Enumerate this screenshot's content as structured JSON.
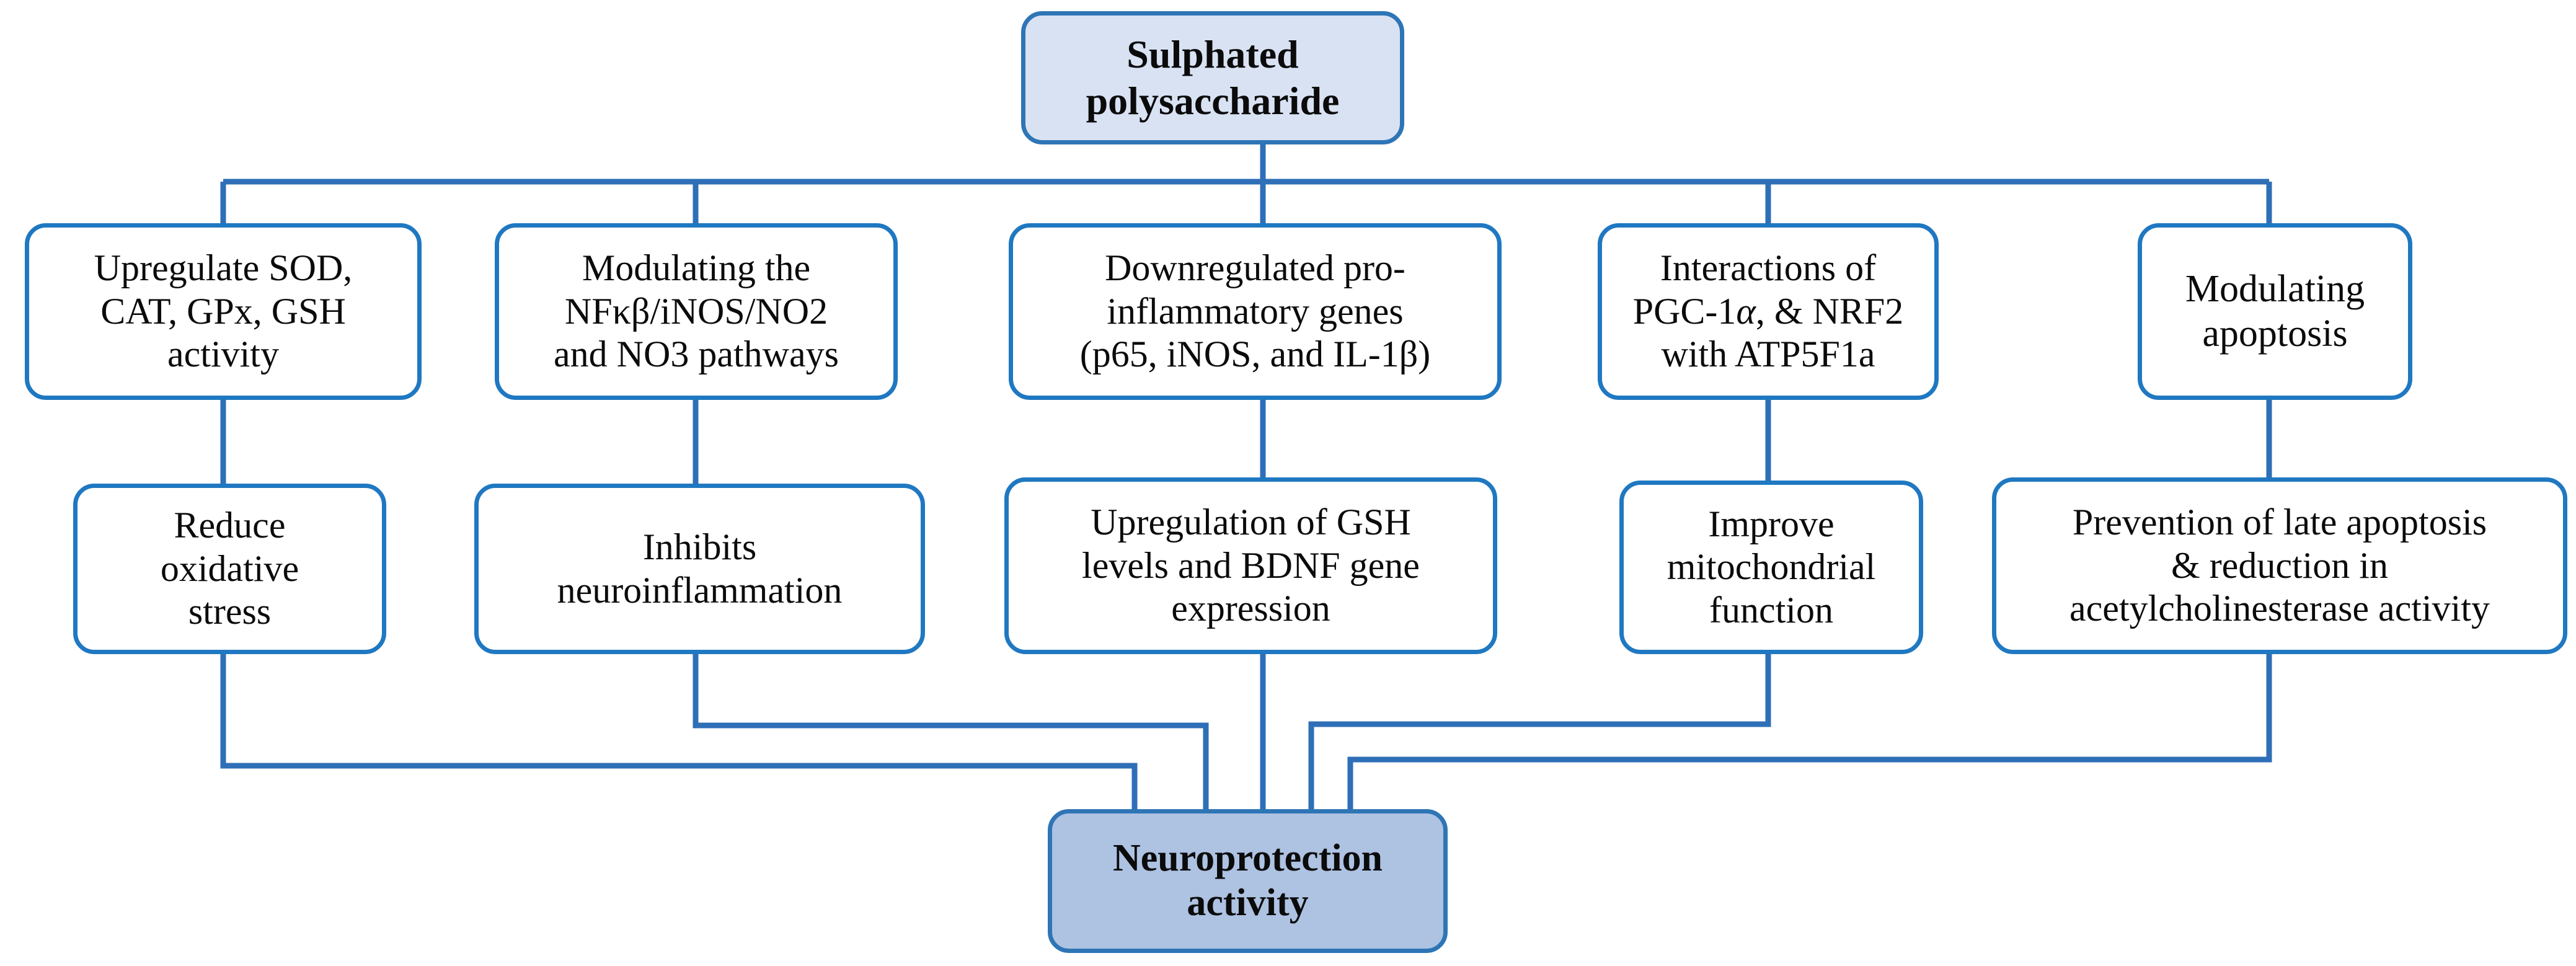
{
  "diagram": {
    "title_node": {
      "label": "Sulphated polysaccharide",
      "line1": "Sulphated",
      "line2": "polysaccharide"
    },
    "outcome_node": {
      "label": "Neuroprotection activity",
      "line1": "Neuroprotection",
      "line2": "activity"
    },
    "mechanisms": [
      {
        "id": "m1",
        "line1": "Upregulate SOD,",
        "line2": "CAT, GPx, GSH",
        "line3": "activity"
      },
      {
        "id": "m2",
        "line1": "Modulating the",
        "line2": "NFκβ/iNOS/NO2",
        "line3": "and NO3 pathways"
      },
      {
        "id": "m3",
        "line1": "Downregulated pro-",
        "line2": "inflammatory genes",
        "line3": "(p65, iNOS, and IL-1β)"
      },
      {
        "id": "m4",
        "line1": "Interactions of",
        "line2a": "PGC-1",
        "line2b": "α",
        "line2c": ", & NRF2",
        "line3": "with ATP5F1a"
      },
      {
        "id": "m5",
        "line1": "Modulating",
        "line2": "apoptosis"
      }
    ],
    "effects": [
      {
        "id": "e1",
        "line1": "Reduce",
        "line2": "oxidative",
        "line3": "stress"
      },
      {
        "id": "e2",
        "line1": "Inhibits",
        "line2": "neuroinflammation"
      },
      {
        "id": "e3",
        "line1": "Upregulation of GSH",
        "line2": "levels and BDNF gene",
        "line3": "expression"
      },
      {
        "id": "e4",
        "line1": "Improve",
        "line2": "mitochondrial",
        "line3": "function"
      },
      {
        "id": "e5",
        "line1": "Prevention of late apoptosis",
        "line2": "& reduction in",
        "line3": "acetylcholinesterase activity"
      }
    ],
    "colors": {
      "connector": "#2e6fb7",
      "node_border": "#1f78c1",
      "root_fill": "#d9e2f3",
      "outcome_fill": "#aec2e2",
      "node_fill": "#ffffff",
      "text": "#0b0b0b",
      "background": "#ffffff"
    }
  }
}
